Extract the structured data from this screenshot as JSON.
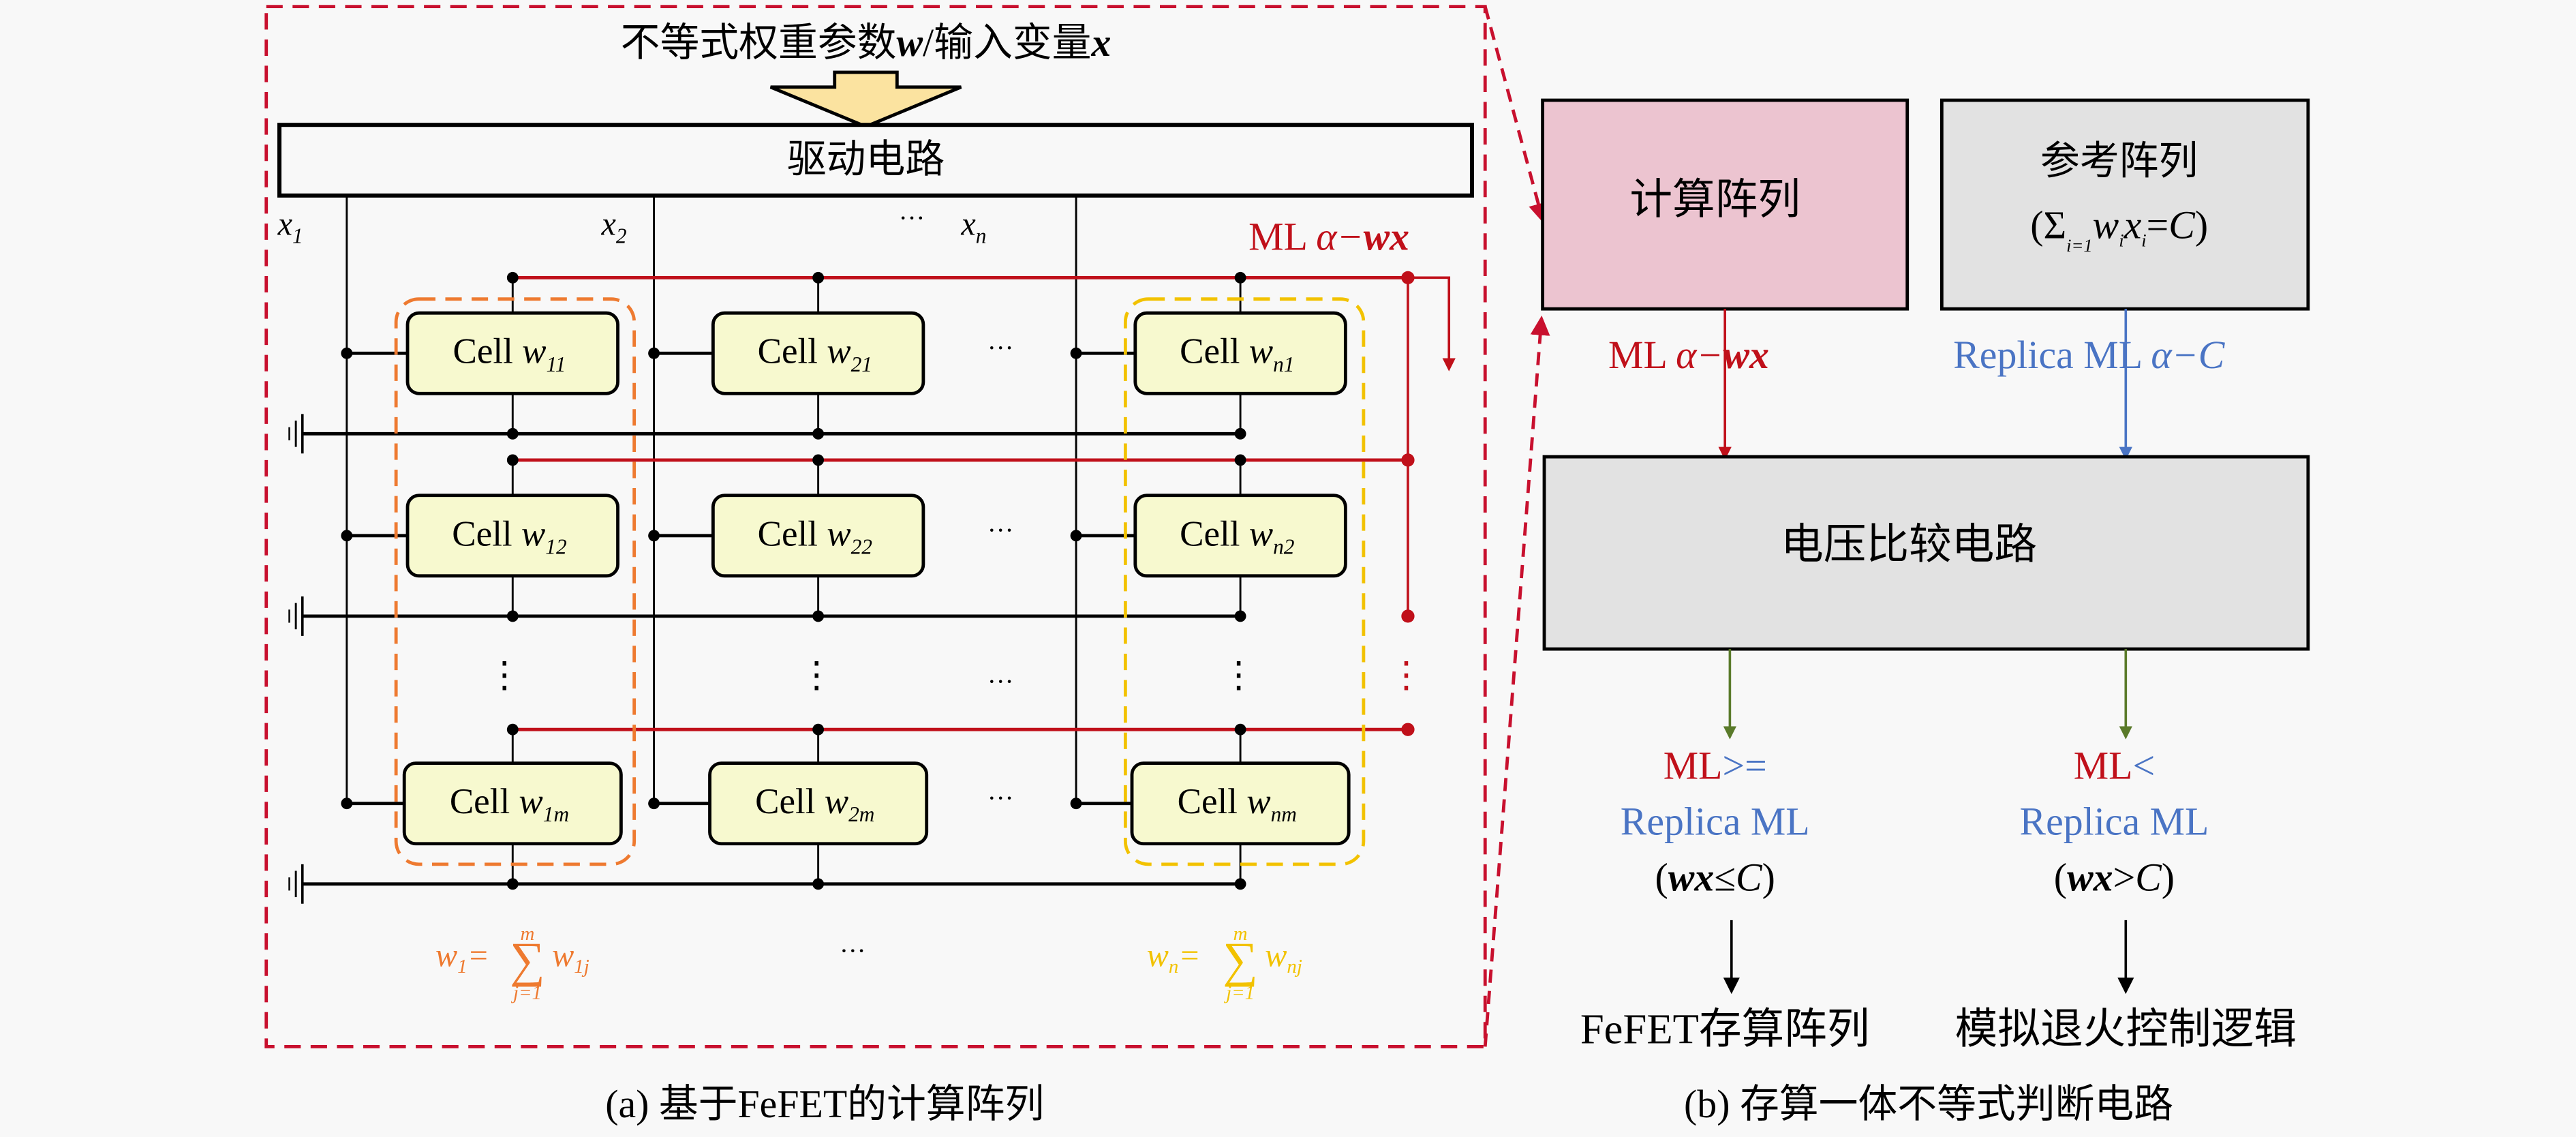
{
  "colors": {
    "frame": "#c8102e",
    "ml_red": "#c0101a",
    "replica_blue": "#4a74c4",
    "green_arrow": "#5a7a2a",
    "orange": "#ee7a30",
    "yellow": "#f2c200",
    "cell_fill": "#f7f9cf",
    "pink_fill": "#ecc4d0",
    "gray_fill": "#e2e2e2",
    "arrow_fill": "#fbe3a0"
  },
  "panel_a": {
    "input_label": "不等式权重参数",
    "input_w": "w",
    "input_sep": "/输入变量",
    "input_x": "x",
    "driver_label": "驱动电路",
    "x_labels": [
      {
        "base": "x",
        "sub": "1"
      },
      {
        "base": "x",
        "sub": "2"
      },
      {
        "base": "x",
        "sub": "n"
      }
    ],
    "x_ellipsis": "···",
    "ml_label_prefix": "ML ",
    "ml_label_alpha": "α−",
    "ml_label_wx": "wx",
    "cell_word": "Cell",
    "cells": [
      [
        {
          "w": "w",
          "sub": "11"
        },
        {
          "w": "w",
          "sub": "21"
        },
        {
          "w": "w",
          "sub": "n1"
        }
      ],
      [
        {
          "w": "w",
          "sub": "12"
        },
        {
          "w": "w",
          "sub": "22"
        },
        {
          "w": "w",
          "sub": "n2"
        }
      ],
      [
        {
          "w": "w",
          "sub": "1m"
        },
        {
          "w": "w",
          "sub": "2m"
        },
        {
          "w": "w",
          "sub": "nm"
        }
      ]
    ],
    "row_ellipsis": "···",
    "vdots": "⋮",
    "sum_left": {
      "lhs": "w",
      "lhs_sub": "1",
      "eq": "=",
      "sigma": "∑",
      "upper": "m",
      "lower": "j=1",
      "rhs": "w",
      "rhs_sub": "1j"
    },
    "sum_right": {
      "lhs": "w",
      "lhs_sub": "n",
      "eq": "=",
      "sigma": "∑",
      "upper": "m",
      "lower": "j=1",
      "rhs": "w",
      "rhs_sub": "nj"
    },
    "sum_ellipsis": "···",
    "caption": "(a) 基于FeFET的计算阵列"
  },
  "panel_b": {
    "compute_array": "计算阵列",
    "reference_array": "参考阵列",
    "reference_formula": {
      "open": "(",
      "sigma": "Σ",
      "sub": "i=1",
      "w": "w",
      "wsub": "i",
      "x": "x",
      "xsub": "i",
      "eq": "=",
      "c": "C",
      "close": ")"
    },
    "ml_prefix": "ML ",
    "ml_alpha": "α−",
    "ml_wx": "wx",
    "replica_prefix": "Replica ML ",
    "replica_alpha": "α−",
    "replica_c": "C",
    "comparator": "电压比较电路",
    "left_result": {
      "ml": "ML",
      "op": ">=",
      "replica": "Replica ML",
      "cond_open": "(",
      "wx": "wx",
      "rel": "≤",
      "c": "C",
      "cond_close": ")"
    },
    "right_result": {
      "ml": "ML",
      "op": "<",
      "replica": "Replica ML",
      "cond_open": "(",
      "wx": "wx",
      "rel": ">",
      "c": "C",
      "cond_close": ")"
    },
    "left_output": "FeFET存算阵列",
    "right_output": "模拟退火控制逻辑",
    "caption": "(b) 存算一体不等式判断电路"
  }
}
